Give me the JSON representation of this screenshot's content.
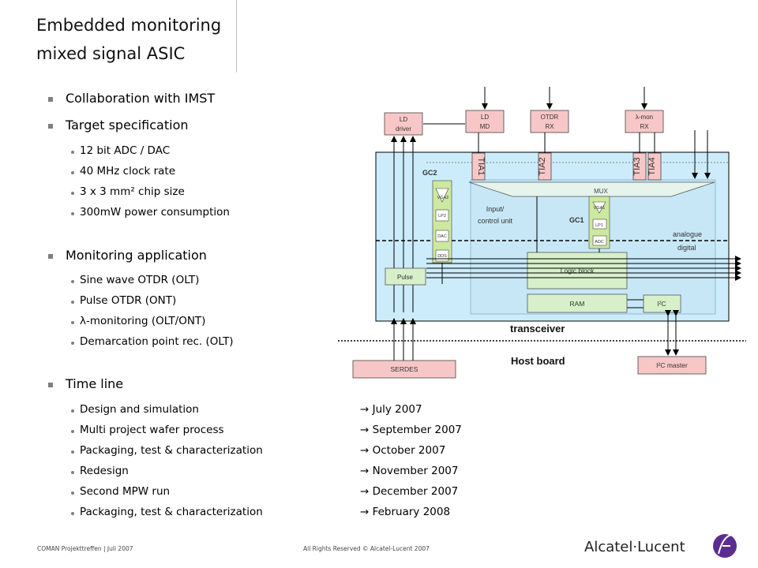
{
  "slide": {
    "title_line1": "Embedded monitoring",
    "title_line2": "mixed signal ASIC"
  },
  "bullets": {
    "collab": "Collaboration with IMST",
    "target": "Target specification",
    "target_items": [
      "12 bit ADC / DAC",
      "40 MHz clock rate",
      "3 x 3 mm² chip size",
      "300mW power consumption"
    ],
    "monitoring": "Monitoring application",
    "monitoring_items": [
      "Sine wave OTDR (OLT)",
      "Pulse OTDR (ONT)",
      "λ-monitoring (OLT/ONT)",
      "Demarcation point rec. (OLT)"
    ],
    "timeline": "Time line",
    "timeline_items": [
      {
        "task": "Design and simulation",
        "date": "→ July 2007"
      },
      {
        "task": "Multi project wafer process",
        "date": "→ September 2007"
      },
      {
        "task": "Packaging, test & characterization",
        "date": "→ October 2007"
      },
      {
        "task": "Redesign",
        "date": "→ November 2007"
      },
      {
        "task": "Second MPW run",
        "date": "→ December 2007"
      },
      {
        "task": "Packaging, test & characterization",
        "date": "→ February 2008"
      }
    ]
  },
  "diagram": {
    "ld_driver": [
      "LD",
      "driver"
    ],
    "ld_md": [
      "LD",
      "MD"
    ],
    "otdr_rx": [
      "OTDR",
      "RX"
    ],
    "lmon_rx": [
      "λ-mon",
      "RX"
    ],
    "tia1": "TIA1",
    "tia2": "TIA2",
    "tia3": "TIA3",
    "tia4": "TIA4",
    "gc2": "GC2",
    "gc1": "GC1",
    "mux": "MUX",
    "input_control": [
      "Input/",
      "control unit"
    ],
    "analogue": "analogue",
    "digital": "digital",
    "vga2": "VGA2",
    "lp2": "LP2",
    "dac": "DAC",
    "dds": "DDS",
    "vga1": "VGA1",
    "lp1": "LP1",
    "adc": "ADC",
    "logic_block": "Logic block",
    "pulse": "Pulse",
    "ram": "RAM",
    "i2c": "I²C",
    "transceiver": "transceiver",
    "host_board": "Host board",
    "serdes": "SERDES",
    "i2c_master": "I²C master"
  },
  "footer": {
    "left": "COMAN Projekttreffen | Juli 2007",
    "center": "All Rights Reserved © Alcatel-Lucent 2007",
    "logo": "Alcatel·Lucent"
  },
  "colors": {
    "chip_bg": "#ccecfb",
    "inner_bg": "#c7e7f7",
    "box_pink": "#f7c7c7",
    "gc_green": "#cde8a0",
    "block_green": "#d7f0ca"
  }
}
